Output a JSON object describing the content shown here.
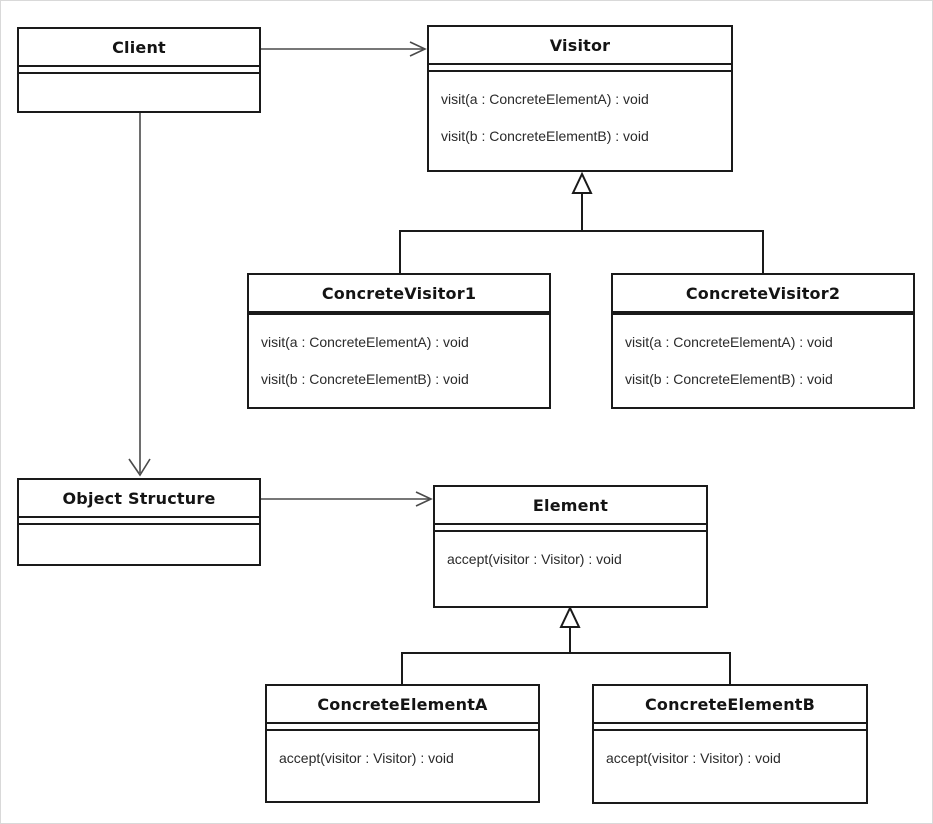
{
  "diagram": {
    "kind": "uml-class-diagram",
    "pattern_name": "Visitor",
    "colors": {
      "box_border": "#1a1a1a",
      "background": "#ffffff",
      "title_text": "#141414",
      "method_text": "#2a2a2a",
      "association_line": "#4a4a4a",
      "generalization_line": "#1a1a1a"
    },
    "classes": {
      "client": {
        "title": "Client",
        "methods": []
      },
      "visitor": {
        "title": "Visitor",
        "methods": [
          "visit(a : ConcreteElementA) : void",
          "visit(b : ConcreteElementB) : void"
        ]
      },
      "concreteVisitor1": {
        "title": "ConcreteVisitor1",
        "methods": [
          "visit(a : ConcreteElementA) : void",
          "visit(b : ConcreteElementB) : void"
        ]
      },
      "concreteVisitor2": {
        "title": "ConcreteVisitor2",
        "methods": [
          "visit(a : ConcreteElementA) : void",
          "visit(b : ConcreteElementB) : void"
        ]
      },
      "objectStructure": {
        "title": "Object Structure",
        "methods": []
      },
      "element": {
        "title": "Element",
        "methods": [
          "accept(visitor : Visitor) : void"
        ]
      },
      "concreteElementA": {
        "title": "ConcreteElementA",
        "methods": [
          "accept(visitor : Visitor) : void"
        ]
      },
      "concreteElementB": {
        "title": "ConcreteElementB",
        "methods": [
          "accept(visitor : Visitor) : void"
        ]
      }
    },
    "relationships": [
      {
        "from": "Client",
        "to": "Visitor",
        "type": "directed-association"
      },
      {
        "from": "Client",
        "to": "Object Structure",
        "type": "directed-association"
      },
      {
        "from": "Object Structure",
        "to": "Element",
        "type": "directed-association"
      },
      {
        "from": "ConcreteVisitor1",
        "to": "Visitor",
        "type": "generalization"
      },
      {
        "from": "ConcreteVisitor2",
        "to": "Visitor",
        "type": "generalization"
      },
      {
        "from": "ConcreteElementA",
        "to": "Element",
        "type": "generalization"
      },
      {
        "from": "ConcreteElementB",
        "to": "Element",
        "type": "generalization"
      }
    ]
  }
}
